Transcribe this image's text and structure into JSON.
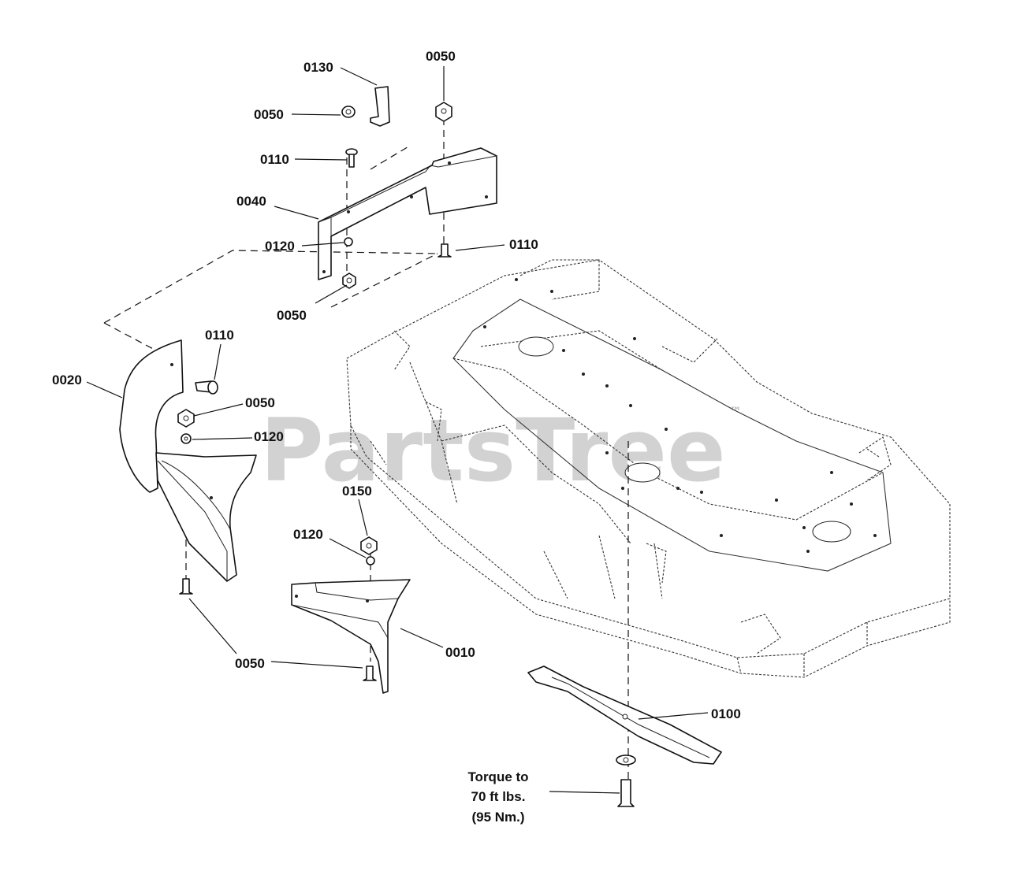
{
  "watermark": {
    "text": "PartsTree",
    "tm": "™"
  },
  "parts": {
    "p0010": "0010",
    "p0020": "0020",
    "p0040": "0040",
    "p0050a": "0050",
    "p0050b": "0050",
    "p0050c": "0050",
    "p0050d": "0050",
    "p0050e": "0050",
    "p0100": "0100",
    "p0110a": "0110",
    "p0110b": "0110",
    "p0110c": "0110",
    "p0120a": "0120",
    "p0120b": "0120",
    "p0120c": "0120",
    "p0130": "0130",
    "p0150": "0150"
  },
  "torque_note": {
    "line1": "Torque to",
    "line2": "70 ft lbs.",
    "line3": "(95 Nm.)"
  }
}
